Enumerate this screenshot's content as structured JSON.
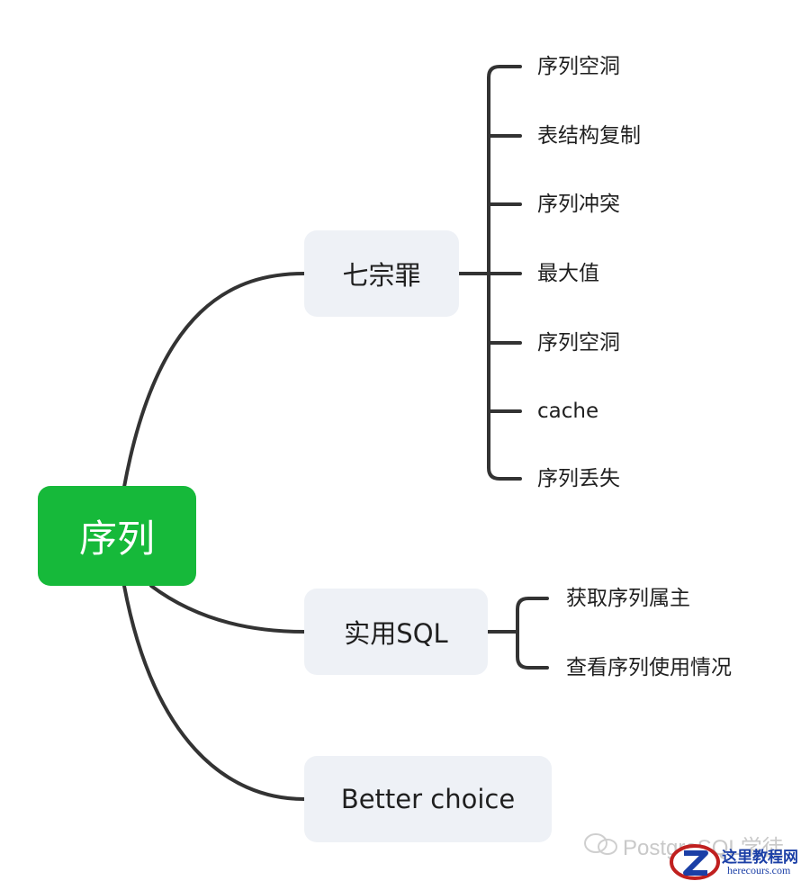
{
  "root": {
    "label": "序列"
  },
  "branches": [
    {
      "label": "七宗罪",
      "children": [
        "序列空洞",
        "表结构复制",
        "序列冲突",
        "最大值",
        "序列空洞",
        "cache",
        "序列丢失"
      ]
    },
    {
      "label": "实用SQL",
      "children": [
        "获取序列属主",
        "查看序列使用情况"
      ]
    },
    {
      "label": "Better choice",
      "children": []
    }
  ],
  "watermark": "PostgreSQL学徒",
  "logo": {
    "title": "这里教程网",
    "subtitle": "herecours.com"
  },
  "colors": {
    "root": "#16b93a",
    "branch_bg": "#eef1f6",
    "line": "#333333"
  }
}
